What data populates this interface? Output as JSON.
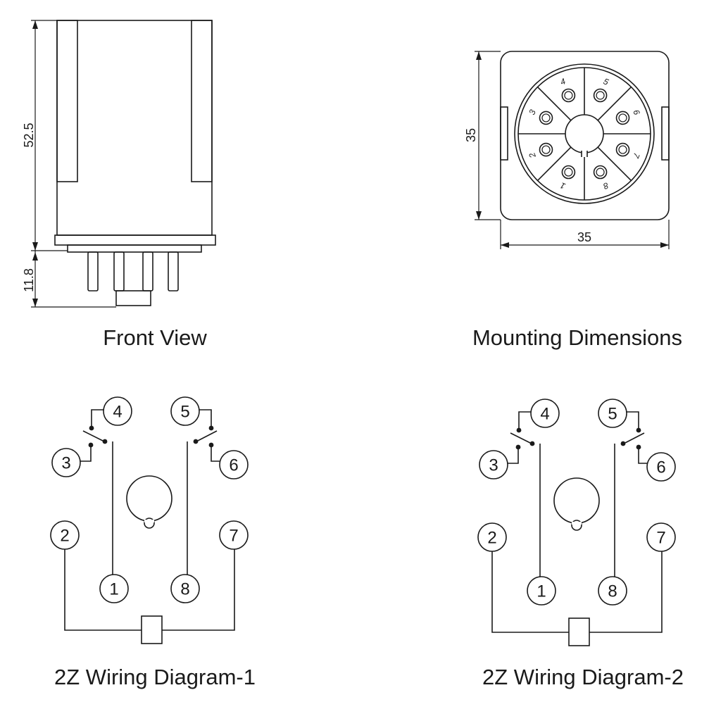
{
  "front_view": {
    "caption": "Front View",
    "dim_height_body": "52.5",
    "dim_height_pins": "11.8"
  },
  "mounting": {
    "caption": "Mounting Dimensions",
    "dim_height": "35",
    "dim_width": "35",
    "socket_numbers": [
      "1",
      "2",
      "3",
      "4",
      "5",
      "6",
      "7",
      "8"
    ]
  },
  "wiring_1": {
    "caption": "2Z Wiring Diagram-1",
    "pins": [
      "1",
      "2",
      "3",
      "4",
      "5",
      "6",
      "7",
      "8"
    ]
  },
  "wiring_2": {
    "caption": "2Z Wiring Diagram-2",
    "pins": [
      "1",
      "2",
      "3",
      "4",
      "5",
      "6",
      "7",
      "8"
    ]
  },
  "colors": {
    "line": "#1a1a1a",
    "background": "#ffffff"
  }
}
